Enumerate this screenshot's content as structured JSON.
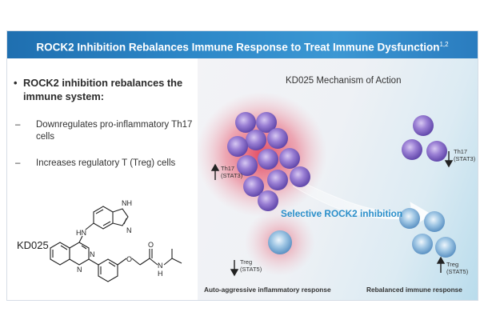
{
  "header": {
    "title": "ROCK2 Inhibition Rebalances Immune Response to Treat Immune Dysfunction",
    "superscript": "1,2"
  },
  "bullets": {
    "main": "ROCK2 inhibition rebalances the immune system:",
    "sub1": "Downregulates pro-inflammatory Th17 cells",
    "sub2": "Increases regulatory T (Treg) cells"
  },
  "molecule": {
    "name": "KD025",
    "atoms": {
      "nh_top": "NH",
      "n_top": "N",
      "hn": "H​N",
      "n_quin1": "N",
      "n_quin2": "N",
      "o1": "O",
      "o2": "O",
      "amide_nh": "N",
      "amide_h": "H"
    }
  },
  "diagram": {
    "title": "KD025 Mechanism of Action",
    "arrow_label": "Selective ROCK2 inhibition",
    "left_th17": {
      "name": "Th17",
      "marker": "(STAT3)",
      "direction": "up"
    },
    "left_treg": {
      "name": "Treg",
      "marker": "(STAT5)",
      "direction": "down"
    },
    "right_th17": {
      "name": "Th17",
      "marker": "(STAT3)",
      "direction": "down"
    },
    "right_treg": {
      "name": "Treg",
      "marker": "(STAT5)",
      "direction": "up"
    },
    "caption_left": "Auto-aggressive inflammatory response",
    "caption_right": "Rebalanced immune response"
  },
  "colors": {
    "header": "#2a7cbf",
    "accent": "#2b8fca",
    "th17_cell": "#8a6fc9",
    "treg_cell": "#7fb1d6",
    "inflammation": "#e0304a"
  }
}
